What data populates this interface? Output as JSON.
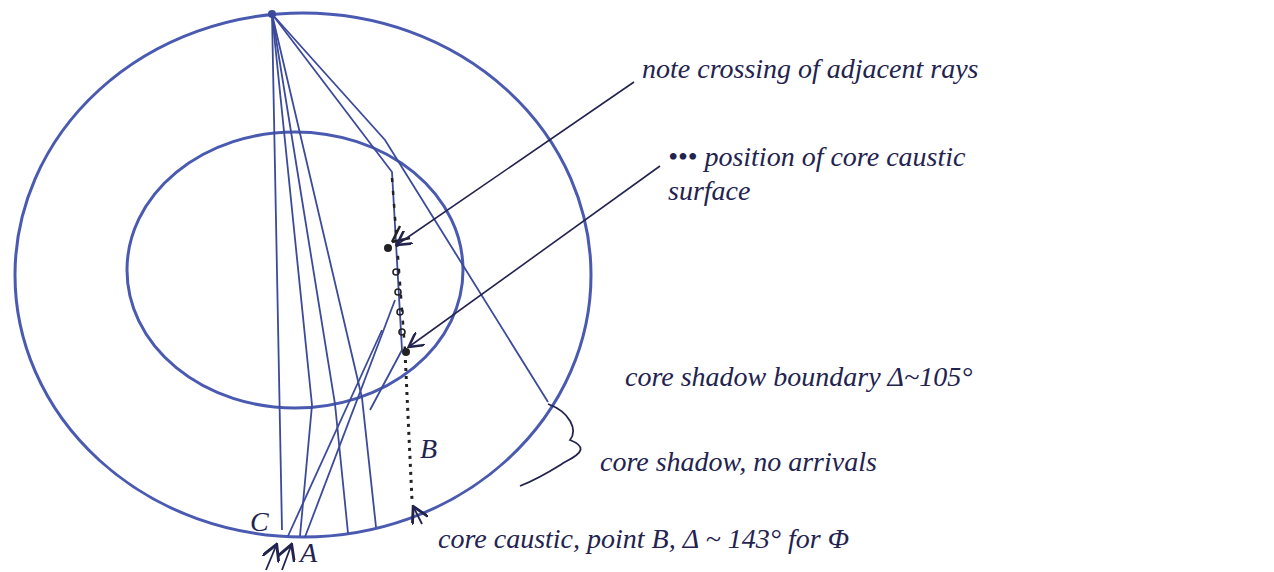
{
  "diagram": {
    "labels": [
      "note crossing of adjacent rays",
      "••• position of core caustic surface",
      "core shadow boundary Δ~105°",
      "core shadow, no arrivals",
      "B",
      "core caustic, point B, Δ ~ 143° for Φ",
      "C",
      "A"
    ]
  }
}
